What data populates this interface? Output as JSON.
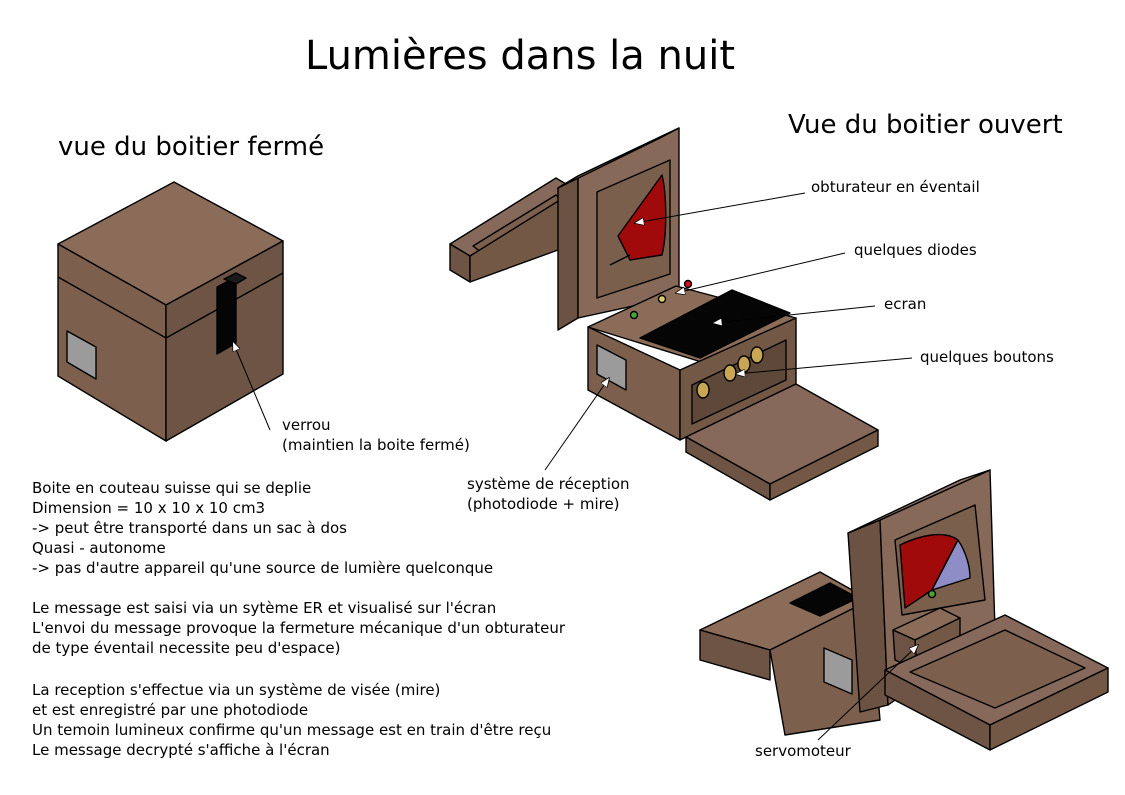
{
  "title": "Lumières dans la nuit",
  "closed_view": {
    "heading": "vue du boitier fermé",
    "labels": {
      "lock_line1": "verrou",
      "lock_line2": "(maintien la boite fermé)"
    }
  },
  "open_view": {
    "heading": "Vue du boitier ouvert",
    "labels": {
      "shutter": "obturateur en éventail",
      "diodes": "quelques diodes",
      "screen": "ecran",
      "buttons": "quelques boutons",
      "reception_line1": "système de réception",
      "reception_line2": "(photodiode + mire)",
      "servo": "servomoteur"
    }
  },
  "description": [
    [
      "Boite en couteau suisse qui se deplie",
      "Dimension = 10 x 10 x 10 cm3",
      "-> peut être transporté dans un sac à dos",
      "Quasi - autonome",
      "-> pas d'autre appareil qu'une source de lumière quelconque"
    ],
    [
      "Le message est saisi via un sytème ER et visualisé sur l'écran",
      "L'envoi du message provoque la fermeture mécanique d'un obturateur",
      "de type éventail necessite peu d'espace)"
    ],
    [
      "La reception s'effectue via un système de visée (mire)",
      "et est enregistré par une photodiode",
      "Un temoin lumineux confirme qu'un message est en train d'être reçu",
      "Le message decrypté s'affiche à l'écran"
    ]
  ],
  "colors": {
    "wood": "#7f6350",
    "wood_dark": "#6b5242",
    "wood_light": "#8d7060",
    "shutter_red": "#a00a0a",
    "shutter_violet": "#8f8dc6",
    "screen": "#050505",
    "window_grey": "#9b9b9b",
    "button_tan": "#c8a654",
    "led_green": "#4aa334",
    "led_yellow": "#d9cd6e",
    "led_red": "#c8141a"
  }
}
